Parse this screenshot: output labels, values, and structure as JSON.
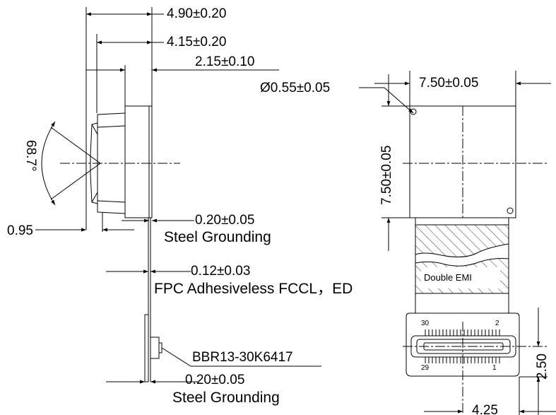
{
  "side_view": {
    "dim_total_thickness": "4.90±0.20",
    "dim_body_thickness": "4.15±0.20",
    "dim_lens_height": "2.15±0.10",
    "dim_angle": "68.7°",
    "dim_lens_offset": "0.95",
    "dim_steel_top": "0.20±0.05",
    "label_steel_top": "Steel Grounding",
    "dim_fpc": "0.12±0.03",
    "label_fpc": "FPC Adhesiveless FCCL，ED",
    "connector_part": "BBR13-30K6417",
    "dim_steel_bottom": "0.20±0.05",
    "label_steel_bottom": "Steel Grounding"
  },
  "front_view": {
    "dim_hole": "Ø0.55±0.05",
    "dim_width": "7.50±0.05",
    "dim_height": "7.50±0.05",
    "label_emi": "Double EMI",
    "pin_30": "30",
    "pin_2": "2",
    "pin_29": "29",
    "pin_1": "1",
    "dim_connector_height": "2.50",
    "dim_connector_offset": "4.25"
  }
}
